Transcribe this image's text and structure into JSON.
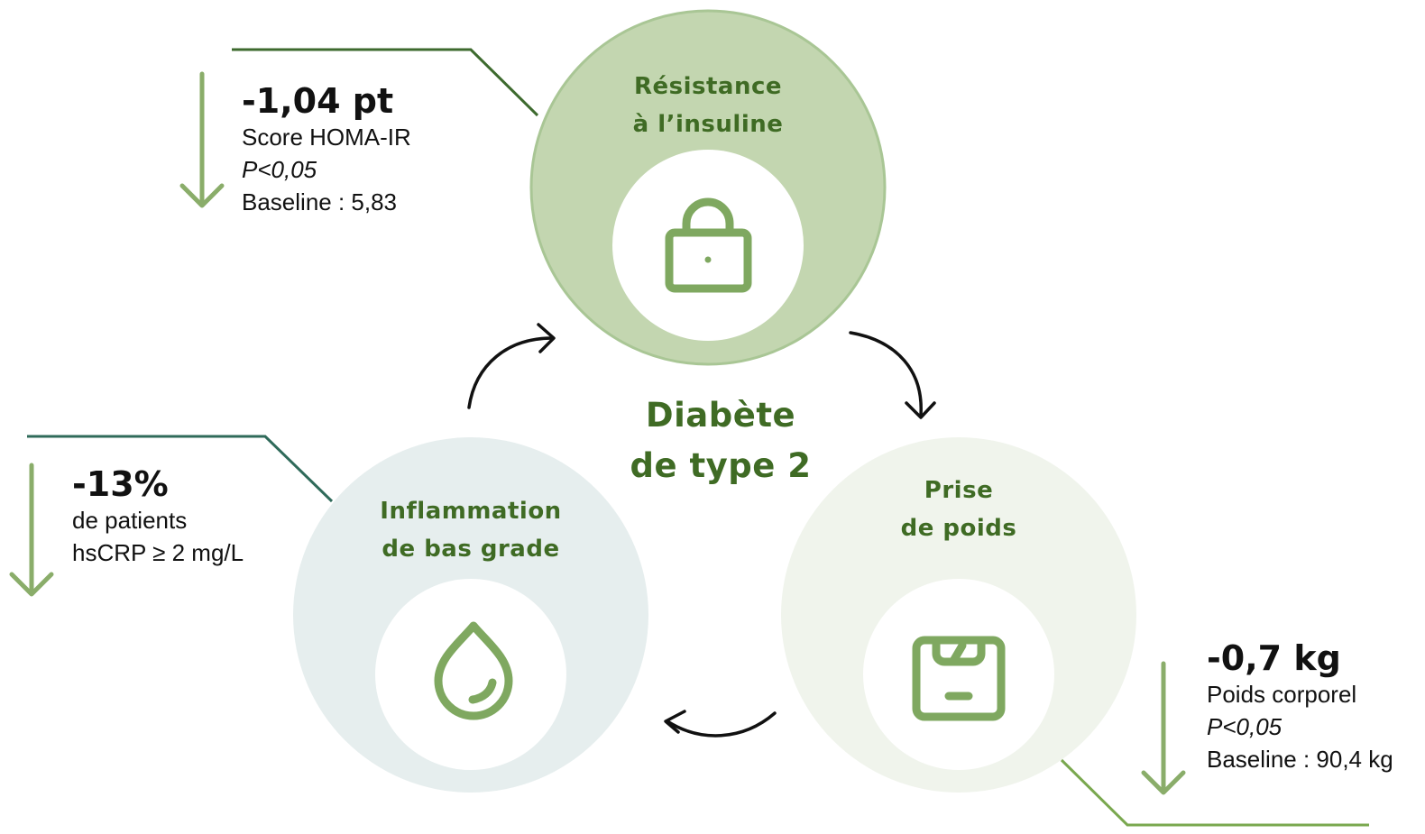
{
  "center_title": [
    "Diabète",
    "de type 2"
  ],
  "circles": {
    "insulin": {
      "title": [
        "Résistance",
        "à l’insuline"
      ],
      "icon": "lock-icon"
    },
    "weight": {
      "title": [
        "Prise",
        "de poids"
      ],
      "icon": "scale-icon"
    },
    "inflammation": {
      "title": [
        "Inflammation",
        "de bas grade"
      ],
      "icon": "drop-icon"
    }
  },
  "stats": {
    "homa": {
      "value": "-1,04 pt",
      "line1": "Score HOMA-IR",
      "line2": "P<0,05",
      "line3": "Baseline : 5,83",
      "direction": "down"
    },
    "crp": {
      "value": "-13%",
      "line1": "de patients",
      "line2": "hsCRP ≥ 2 mg/L",
      "direction": "down"
    },
    "weight": {
      "value": "-0,7 kg",
      "line1": "Poids corporel",
      "line2": "P<0,05",
      "line3": "Baseline : 90,4 kg",
      "direction": "down"
    }
  },
  "colors": {
    "insulin_outer": "#c3d6b0",
    "insulin_stroke": "#a9c695",
    "weight_outer": "#f0f4ec",
    "inflammation_outer": "#e6eeee",
    "icon_green": "#7fa860",
    "title_green": "#3f6b24",
    "arrow_green": "#8aad6a",
    "leader_dark_green": "#3d6a2e",
    "leader_teal": "#2f6a5a",
    "leader_light_green": "#7aa84f"
  }
}
